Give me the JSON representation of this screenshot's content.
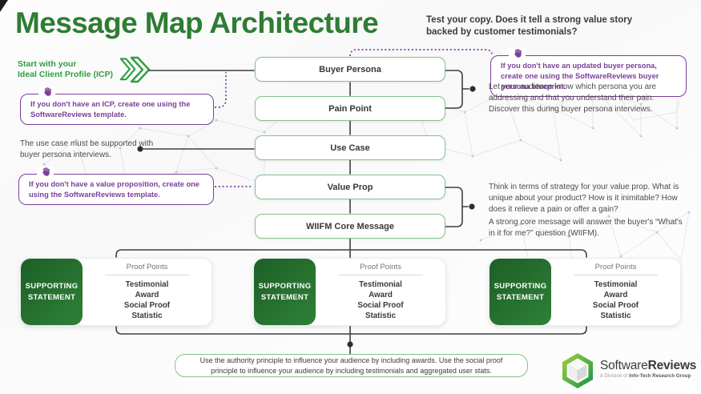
{
  "title": "Message Map Architecture",
  "headline": "Test your copy. Does it tell a strong value story backed by customer testimonials?",
  "start": {
    "line1": "Start with your",
    "line2": "Ideal Client Profile (ICP)"
  },
  "flow": {
    "boxes": [
      {
        "label": "Buyer Persona"
      },
      {
        "label": "Pain Point"
      },
      {
        "label": "Use Case"
      },
      {
        "label": "Value Prop"
      },
      {
        "label": "WIIFM Core Message"
      }
    ]
  },
  "callouts": {
    "icp": "If you don't have an ICP, create one using the SoftwareReviews template.",
    "buyer_persona": "If you don't have an updated buyer persona, create one using the SoftwareReviews buyer persona blueprint.",
    "value_prop": "If you don't have a value proposition, create one using the SoftwareReviews template."
  },
  "notes": {
    "use_case": "The use case must be supported with buyer persona interviews.",
    "persona": "Let your audience know which persona you are addressing and that you understand their pain. Discover this during buyer persona interviews.",
    "value_strategy": "Think in terms of strategy for your value prop. What is unique about your product? How is it inimitable? How does it relieve a pain or offer a gain?",
    "core_message": "A strong core message will answer the buyer's “What's in it for me?” question (WIIFM)."
  },
  "supporting": {
    "cards": [
      {
        "title": "SUPPORTING STATEMENT",
        "proof_title": "Proof Points",
        "items": [
          "Testimonial",
          "Award",
          "Social Proof",
          "Statistic"
        ]
      },
      {
        "title": "SUPPORTING STATEMENT",
        "proof_title": "Proof Points",
        "items": [
          "Testimonial",
          "Award",
          "Social Proof",
          "Statistic"
        ]
      },
      {
        "title": "SUPPORTING STATEMENT",
        "proof_title": "Proof Points",
        "items": [
          "Testimonial",
          "Award",
          "Social Proof",
          "Statistic"
        ]
      }
    ]
  },
  "footer_note": "Use the authority principle to influence your audience by including awards. Use the social proof principle to influence your audience by including testimonials and aggregated user stats.",
  "logo": {
    "name_regular": "Software",
    "name_bold": "Reviews",
    "division_prefix": "A Division of ",
    "division_bold": "Info-Tech Research Group"
  },
  "colors": {
    "title_green": "#2e7d33",
    "bright_green": "#2f9e43",
    "box_border_green": "#82c38c",
    "purple": "#7b3f98",
    "dark_text": "#3a3a3a",
    "support_gradient_start": "#1d5f27",
    "support_gradient_end": "#2f8038"
  }
}
